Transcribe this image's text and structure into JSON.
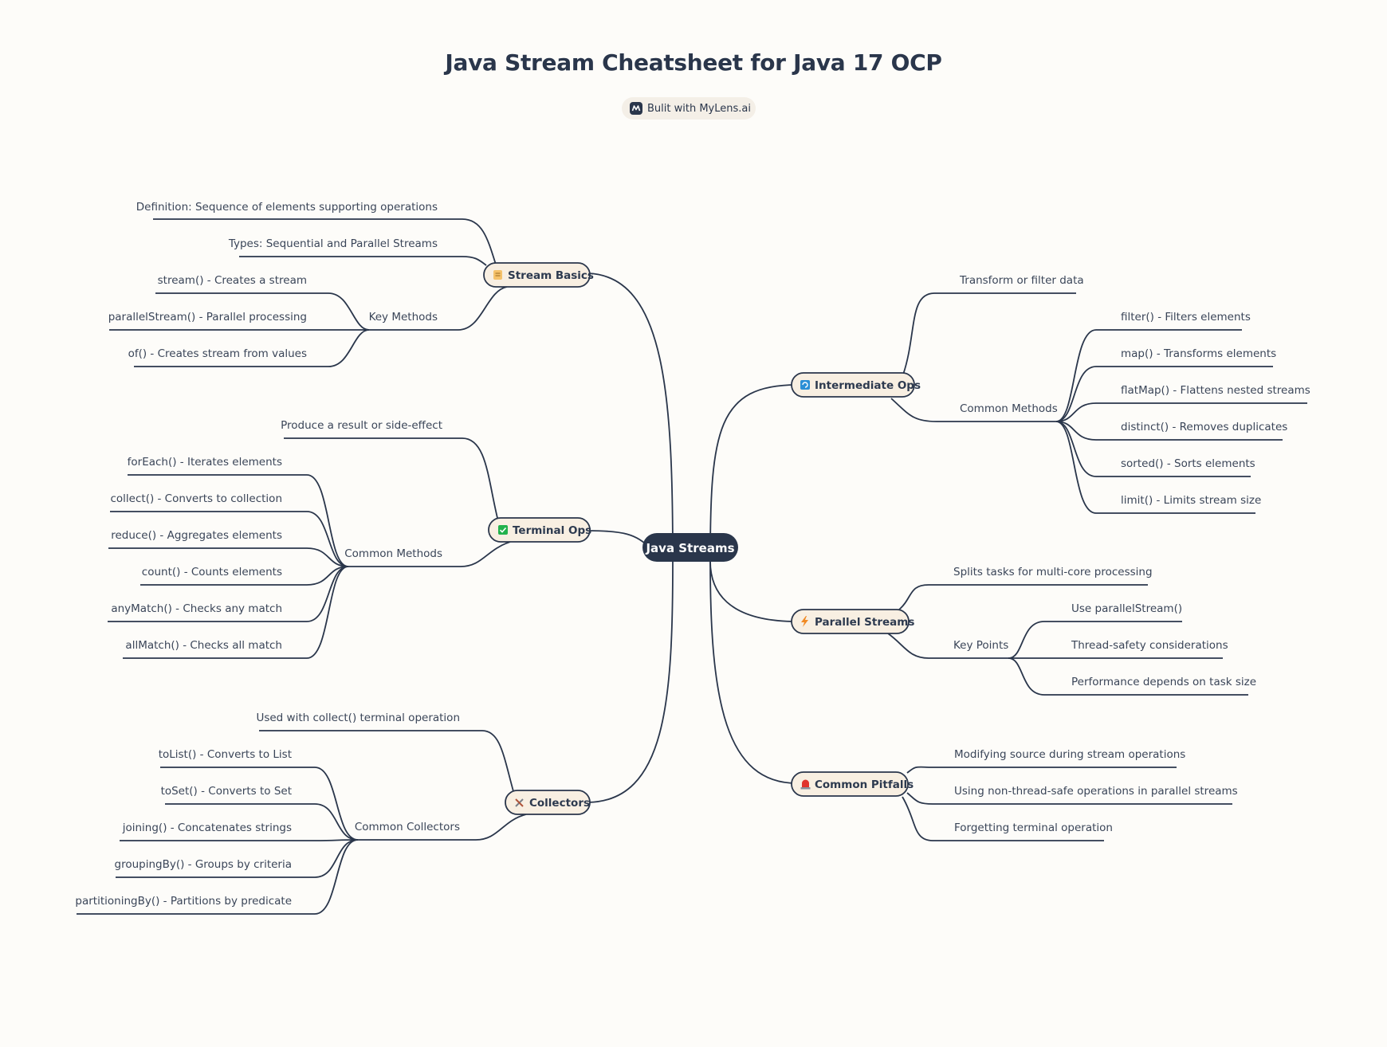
{
  "title": "Java Stream Cheatsheet for Java 17 OCP",
  "badge": {
    "label": "Bulit with MyLens.ai",
    "icon": "mylens-logo-icon"
  },
  "root": "Java Streams",
  "branches": {
    "stream_basics": {
      "label": "Stream Basics",
      "icon": "scroll-icon",
      "items": [
        "Definition: Sequence of elements supporting operations",
        "Types: Sequential and Parallel Streams"
      ],
      "group": {
        "label": "Key Methods",
        "items": [
          "stream() - Creates a stream",
          "parallelStream() - Parallel processing",
          "of() - Creates stream from values"
        ]
      }
    },
    "terminal_ops": {
      "label": "Terminal Ops",
      "icon": "check-box-icon",
      "items": [
        "Produce a result or side-effect"
      ],
      "group": {
        "label": "Common Methods",
        "items": [
          "forEach() - Iterates elements",
          "collect() - Converts to collection",
          "reduce() - Aggregates elements",
          "count() - Counts elements",
          "anyMatch() - Checks any match",
          "allMatch() - Checks all match"
        ]
      }
    },
    "collectors": {
      "label": "Collectors",
      "icon": "tools-icon",
      "items": [
        "Used with collect() terminal operation"
      ],
      "group": {
        "label": "Common Collectors",
        "items": [
          "toList() - Converts to List",
          "toSet() - Converts to Set",
          "joining() - Concatenates strings",
          "groupingBy() - Groups by criteria",
          "partitioningBy() - Partitions by predicate"
        ]
      }
    },
    "intermediate_ops": {
      "label": "Intermediate Ops",
      "icon": "cycle-icon",
      "items": [
        "Transform or filter data"
      ],
      "group": {
        "label": "Common Methods",
        "items": [
          "filter() - Filters elements",
          "map() - Transforms elements",
          "flatMap() - Flattens nested streams",
          "distinct() - Removes duplicates",
          "sorted() - Sorts elements",
          "limit() - Limits stream size"
        ]
      }
    },
    "parallel_streams": {
      "label": "Parallel Streams",
      "icon": "lightning-icon",
      "items": [
        "Splits tasks for multi-core processing"
      ],
      "group": {
        "label": "Key Points",
        "items": [
          "Use parallelStream()",
          "Thread-safety considerations",
          "Performance depends on task size"
        ]
      }
    },
    "common_pitfalls": {
      "label": "Common Pitfalls",
      "icon": "warning-light-icon",
      "items": [
        "Modifying source during stream operations",
        "Using non-thread-safe operations in parallel streams",
        "Forgetting terminal operation"
      ]
    }
  },
  "colors": {
    "ink": "#2a364b",
    "pill": "#f8efe2",
    "background": "#fdfcf9",
    "root": "#2a364b"
  }
}
